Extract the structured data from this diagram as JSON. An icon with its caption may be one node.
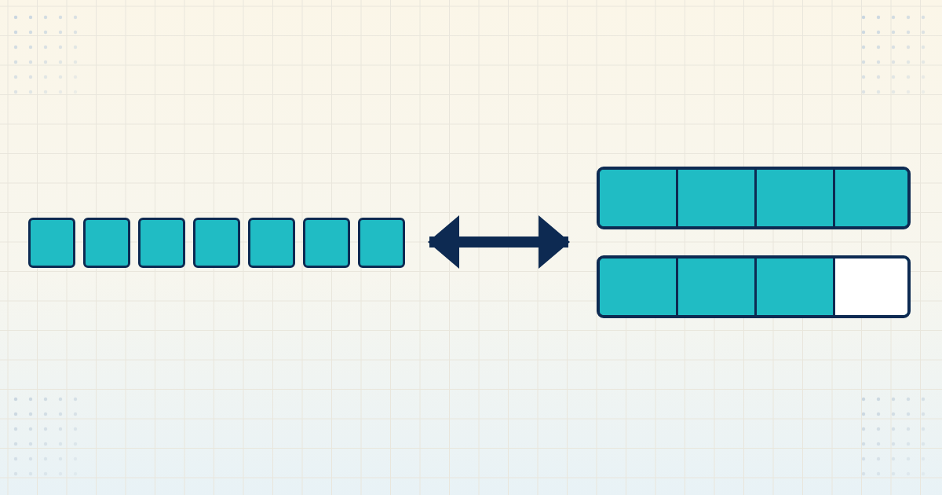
{
  "diagram": {
    "nodes": [
      {
        "text": [],
        "shape": "box"
      },
      {
        "text": [],
        "shape": "box"
      },
      {
        "text": [],
        "shape": "box"
      },
      {
        "text": [],
        "shape": "box"
      },
      {
        "text": [],
        "shape": "box"
      },
      {
        "text": [],
        "shape": "box"
      },
      {
        "text": [],
        "shape": "box"
      },
      {
        "text": [],
        "shape": "bar"
      },
      {
        "text": [],
        "shape": "box",
        "in": 7
      },
      {
        "text": [],
        "shape": "box",
        "in": 7
      },
      {
        "text": [],
        "shape": "box",
        "in": 7
      },
      {
        "text": [],
        "shape": "box",
        "in": 7
      },
      {
        "text": [],
        "shape": "bar"
      },
      {
        "text": [],
        "shape": "box",
        "in": 12
      },
      {
        "text": [],
        "shape": "box",
        "in": 12
      },
      {
        "text": [],
        "shape": "box",
        "in": 12
      },
      {
        "text": [],
        "shape": "box",
        "in": 12
      }
    ],
    "edges": [
      {
        "from": 6,
        "to": 7,
        "arrow": "both"
      }
    ]
  }
}
